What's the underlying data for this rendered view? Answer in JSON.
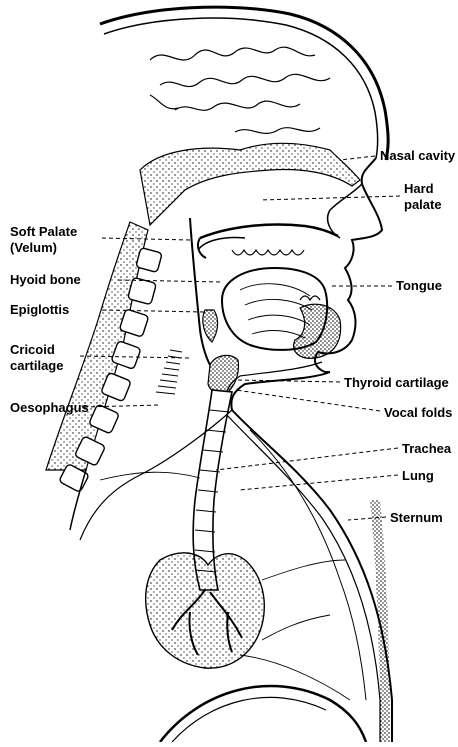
{
  "diagram": {
    "labels": {
      "nasal_cavity": "Nasal cavity",
      "hard_palate_1": "Hard",
      "hard_palate_2": "palate",
      "soft_palate_1": "Soft Palate",
      "soft_palate_2": "(Velum)",
      "hyoid_bone": "Hyoid bone",
      "tongue": "Tongue",
      "epiglottis": "Epiglottis",
      "cricoid_1": "Cricoid",
      "cricoid_2": "cartilage",
      "thyroid_cartilage": "Thyroid cartilage",
      "oesophagus": "Oesophagus",
      "vocal_folds": "Vocal folds",
      "trachea": "Trachea",
      "lung": "Lung",
      "sternum": "Sternum"
    },
    "colors": {
      "ink": "#000000",
      "paper": "#ffffff"
    }
  }
}
